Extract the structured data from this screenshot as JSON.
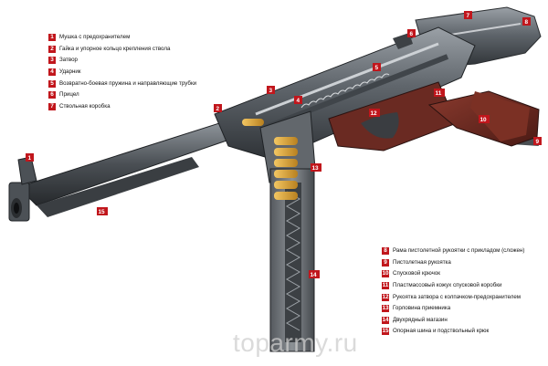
{
  "legend_left": [
    {
      "num": "1",
      "label": "Мушка с предохранителем"
    },
    {
      "num": "2",
      "label": "Гайка и упорное кольцо крепления ствола"
    },
    {
      "num": "3",
      "label": "Затвор"
    },
    {
      "num": "4",
      "label": "Ударник"
    },
    {
      "num": "5",
      "label": "Возвратно-боевая пружина и направляющие трубки"
    },
    {
      "num": "6",
      "label": "Прицел"
    },
    {
      "num": "7",
      "label": "Ствольная коробка"
    }
  ],
  "legend_right": [
    {
      "num": "8",
      "label": "Рама пистолетной рукоятки с прикладом (сложен)"
    },
    {
      "num": "9",
      "label": "Пистолетная рукоятка"
    },
    {
      "num": "10",
      "label": "Спусковой крючок"
    },
    {
      "num": "11",
      "label": "Пластмассовый кожух спусковой коробки"
    },
    {
      "num": "12",
      "label": "Рукоятка затвора с колпачком-предохранителем"
    },
    {
      "num": "13",
      "label": "Горловина приемника"
    },
    {
      "num": "14",
      "label": "Двухрядный магазин"
    },
    {
      "num": "15",
      "label": "Опорная шина и подствольный крюк"
    }
  ],
  "callouts": [
    "1",
    "2",
    "3",
    "4",
    "5",
    "6",
    "7",
    "8",
    "9",
    "10",
    "11",
    "12",
    "13",
    "14",
    "15"
  ],
  "watermark": "toparmy.ru",
  "colors": {
    "accent": "#c1161c",
    "metal": "#5d6268",
    "grip": "#6e2a22",
    "brass": "#d9a23b"
  }
}
